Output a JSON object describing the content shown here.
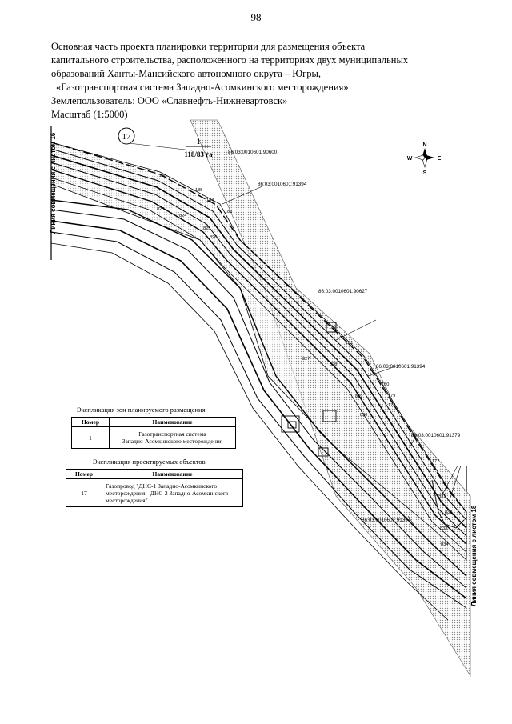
{
  "page_number": "98",
  "header": {
    "lines": [
      "Основная часть проекта планировки территории для размещения объекта",
      "капитального строительства, расположенного на территориях двух муниципальных",
      "образований Ханты-Мансийского автономного округа – Югры,",
      "«Газотранспортная система Западно-Асомкинского месторождения»",
      "Землепользователь: ООО «Славнефть-Нижневартовск»",
      "Масштаб (1:5000)"
    ]
  },
  "map": {
    "left_side_label": "Линия совмещения с листом 16",
    "right_side_label": "Линия совмещения с листом 18",
    "object_marker": "17",
    "callout": {
      "number": "1",
      "text": "118/83 га"
    },
    "compass": {
      "n": "N",
      "s": "S",
      "e": "E",
      "w": "W"
    },
    "cadastral": [
      "86:03:0010601:90600",
      "86:03:0010601:91394",
      "86:03:0010601:90627",
      "86:03:0010601:91394",
      "86:03:0010601:91379",
      "86:03:0010601:91394"
    ],
    "points": [
      "186",
      "185",
      "823",
      "184",
      "824",
      "183",
      "825",
      "826",
      "182",
      "827",
      "181",
      "828",
      "180",
      "179",
      "829",
      "178",
      "830",
      "177",
      "831",
      "832",
      "833",
      "834"
    ]
  },
  "zones_table": {
    "title": "Экспликация зон планируемого размещения",
    "headers": [
      "Номер",
      "Наименование"
    ],
    "rows": [
      {
        "num": "1",
        "name_lines": [
          "Газотранспортная система",
          "Западно-Асомкинского месторождения"
        ]
      }
    ]
  },
  "objects_table": {
    "title": "Экспликация проектируемых объектов",
    "headers": [
      "Номер",
      "Наименование"
    ],
    "rows": [
      {
        "num": "17",
        "name_lines": [
          "Газопровод \"ДНС-1 Западно-Асомкинского",
          "месторождения - ДНС-2 Западно-Асомкинского",
          "месторождения\""
        ]
      }
    ]
  },
  "colors": {
    "ink": "#000000",
    "hatch": "#9a9a9a"
  }
}
